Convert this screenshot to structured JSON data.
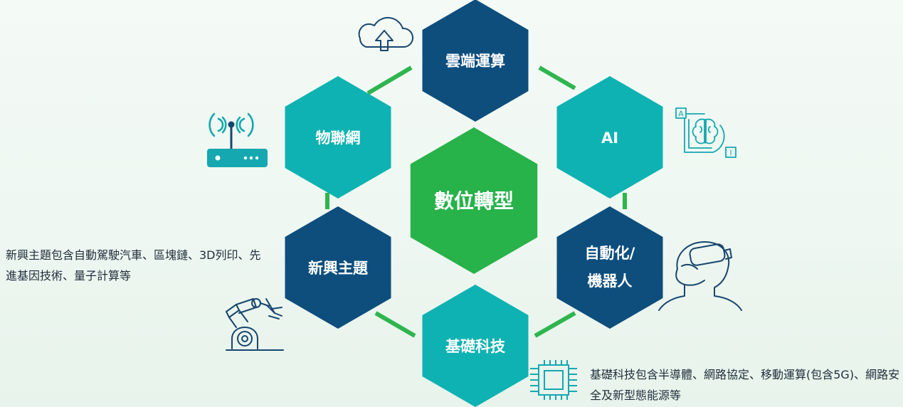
{
  "colors": {
    "navy": "#0d4e7d",
    "teal": "#0eb2b2",
    "green": "#27b24a",
    "connector": "#2fb54e",
    "icon_teal": "#15a8b0",
    "icon_navy": "#17466d",
    "text": "#1f2d3a"
  },
  "diagram": {
    "center": {
      "label": "數位轉型",
      "color": "green"
    },
    "hexagons": [
      {
        "id": "cloud",
        "label": "雲端運算",
        "color": "navy",
        "icon": "cloud-upload-icon"
      },
      {
        "id": "ai",
        "label": "AI",
        "color": "teal",
        "icon": "ai-brain-icon"
      },
      {
        "id": "automation",
        "label_lines": [
          "自動化/",
          "機器人"
        ],
        "color": "navy",
        "icon": "vr-headset-person-icon"
      },
      {
        "id": "basic-tech",
        "label": "基礎科技",
        "color": "teal",
        "icon": "microchip-icon"
      },
      {
        "id": "emerging",
        "label": "新興主題",
        "color": "navy",
        "icon": "robot-arm-icon"
      },
      {
        "id": "iot",
        "label": "物聯網",
        "color": "teal",
        "icon": "wifi-router-icon"
      }
    ],
    "icon_labels": {
      "ai_a": "A",
      "ai_i": "I"
    }
  },
  "notes": {
    "emerging": "新興主題包含自動駕駛汽車、區塊鏈、3D列印、先進基因技術、量子計算等",
    "basic_tech": "基礎科技包含半導體、網路協定、移動運算(包含5G)、網路安全及新型態能源等"
  }
}
